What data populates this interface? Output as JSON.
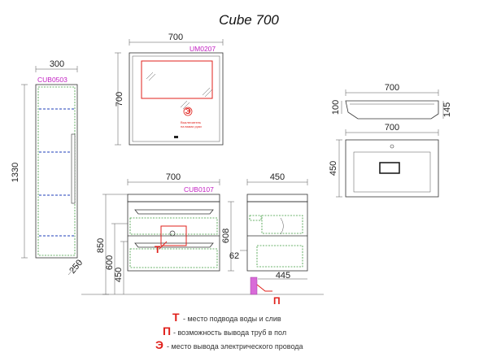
{
  "title": "Cube 700",
  "mirror": {
    "width": "700",
    "height": "700",
    "code": "UM0207",
    "switch_label_1": "Выключатель",
    "switch_label_2": "на взмах руки",
    "electric_letter": "Э"
  },
  "column": {
    "width": "300",
    "height": "1330",
    "depth": "250",
    "code": "CUB0503"
  },
  "vanity": {
    "width": "700",
    "code": "CUB0107",
    "h850": "850",
    "h600": "600",
    "h450": "450",
    "h608": "608",
    "water_letter": "Т"
  },
  "side": {
    "depth": "450",
    "offset": "62",
    "depth445": "445",
    "floor_letter": "П"
  },
  "sink_side": {
    "width": "700",
    "h100": "100",
    "h145": "145"
  },
  "sink_top": {
    "width": "700",
    "depth": "450"
  },
  "legend": {
    "items": [
      {
        "letter": "Т",
        "text": "- место подвода воды и слив"
      },
      {
        "letter": "П",
        "text": "- возможность вывода труб в пол"
      },
      {
        "letter": "Э",
        "text": "- место вывода электрического провода"
      }
    ]
  },
  "colors": {
    "accent_red": "#e0201b",
    "code_magenta": "#c21fc2",
    "dash_blue": "#1f3fb8",
    "dash_green": "#3c9a3c"
  }
}
